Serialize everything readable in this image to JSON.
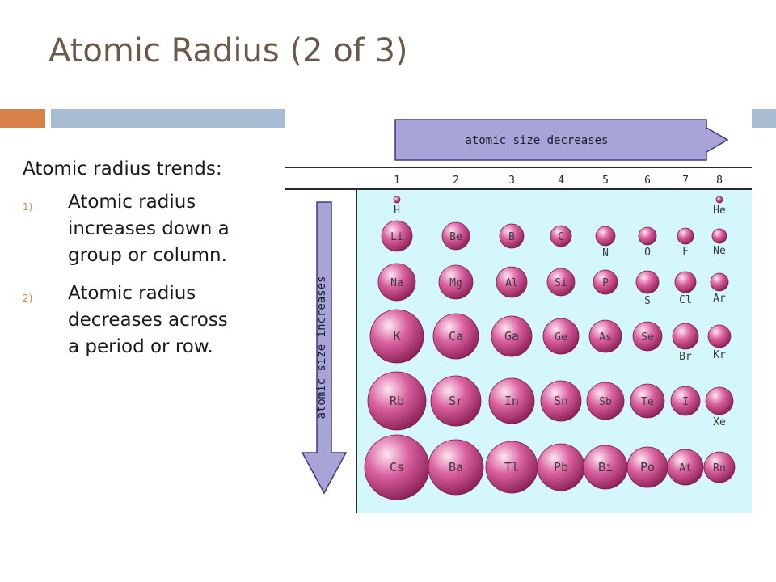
{
  "title": "Atomic Radius (2 of 3)",
  "content": {
    "lead": "Atomic radius trends:",
    "items": [
      {
        "num": "1)",
        "lines": [
          "Atomic radius",
          "increases down a",
          "group or column."
        ]
      },
      {
        "num": "2)",
        "lines": [
          "Atomic radius",
          "decreases across",
          "a period or row."
        ]
      }
    ]
  },
  "colors": {
    "title": "#6b5a49",
    "accent_bar": "#d9814a",
    "blue_bar": "#a8bdd2",
    "table_bg": "#d4f7fb",
    "sphere": "#c2407f",
    "arrow_fill": "#a9a4d8",
    "arrow_stroke": "#3b3a85"
  },
  "figure": {
    "arrow_across": "atomic size decreases",
    "arrow_down": "atomic size increases",
    "columns": [
      "1",
      "2",
      "3",
      "4",
      "5",
      "6",
      "7",
      "8"
    ],
    "periods": [
      [
        {
          "s": "H",
          "c": 1,
          "l": "below"
        },
        {
          "s": "He",
          "c": 8,
          "l": "below"
        }
      ],
      [
        {
          "s": "Li",
          "c": 1
        },
        {
          "s": "Be",
          "c": 2
        },
        {
          "s": "B",
          "c": 3
        },
        {
          "s": "C",
          "c": 4
        },
        {
          "s": "N",
          "c": 5,
          "l": "below"
        },
        {
          "s": "O",
          "c": 6,
          "l": "below"
        },
        {
          "s": "F",
          "c": 7,
          "l": "below"
        },
        {
          "s": "Ne",
          "c": 8,
          "l": "below"
        }
      ],
      [
        {
          "s": "Na",
          "c": 1
        },
        {
          "s": "Mg",
          "c": 2
        },
        {
          "s": "Al",
          "c": 3
        },
        {
          "s": "Si",
          "c": 4
        },
        {
          "s": "P",
          "c": 5
        },
        {
          "s": "S",
          "c": 6,
          "l": "below"
        },
        {
          "s": "Cl",
          "c": 7,
          "l": "below"
        },
        {
          "s": "Ar",
          "c": 8,
          "l": "below"
        }
      ],
      [
        {
          "s": "K",
          "c": 1
        },
        {
          "s": "Ca",
          "c": 2
        },
        {
          "s": "Ga",
          "c": 3
        },
        {
          "s": "Ge",
          "c": 4
        },
        {
          "s": "As",
          "c": 5
        },
        {
          "s": "Se",
          "c": 6
        },
        {
          "s": "Br",
          "c": 7,
          "l": "below"
        },
        {
          "s": "Kr",
          "c": 8,
          "l": "below"
        }
      ],
      [
        {
          "s": "Rb",
          "c": 1
        },
        {
          "s": "Sr",
          "c": 2
        },
        {
          "s": "In",
          "c": 3
        },
        {
          "s": "Sn",
          "c": 4
        },
        {
          "s": "Sb",
          "c": 5
        },
        {
          "s": "Te",
          "c": 6
        },
        {
          "s": "I",
          "c": 7
        },
        {
          "s": "Xe",
          "c": 8,
          "l": "below"
        }
      ],
      [
        {
          "s": "Cs",
          "c": 1
        },
        {
          "s": "Ba",
          "c": 2
        },
        {
          "s": "Tl",
          "c": 3
        },
        {
          "s": "Pb",
          "c": 4
        },
        {
          "s": "Bi",
          "c": 5
        },
        {
          "s": "Po",
          "c": 6
        },
        {
          "s": "At",
          "c": 7
        },
        {
          "s": "Rn",
          "c": 8
        }
      ]
    ]
  }
}
